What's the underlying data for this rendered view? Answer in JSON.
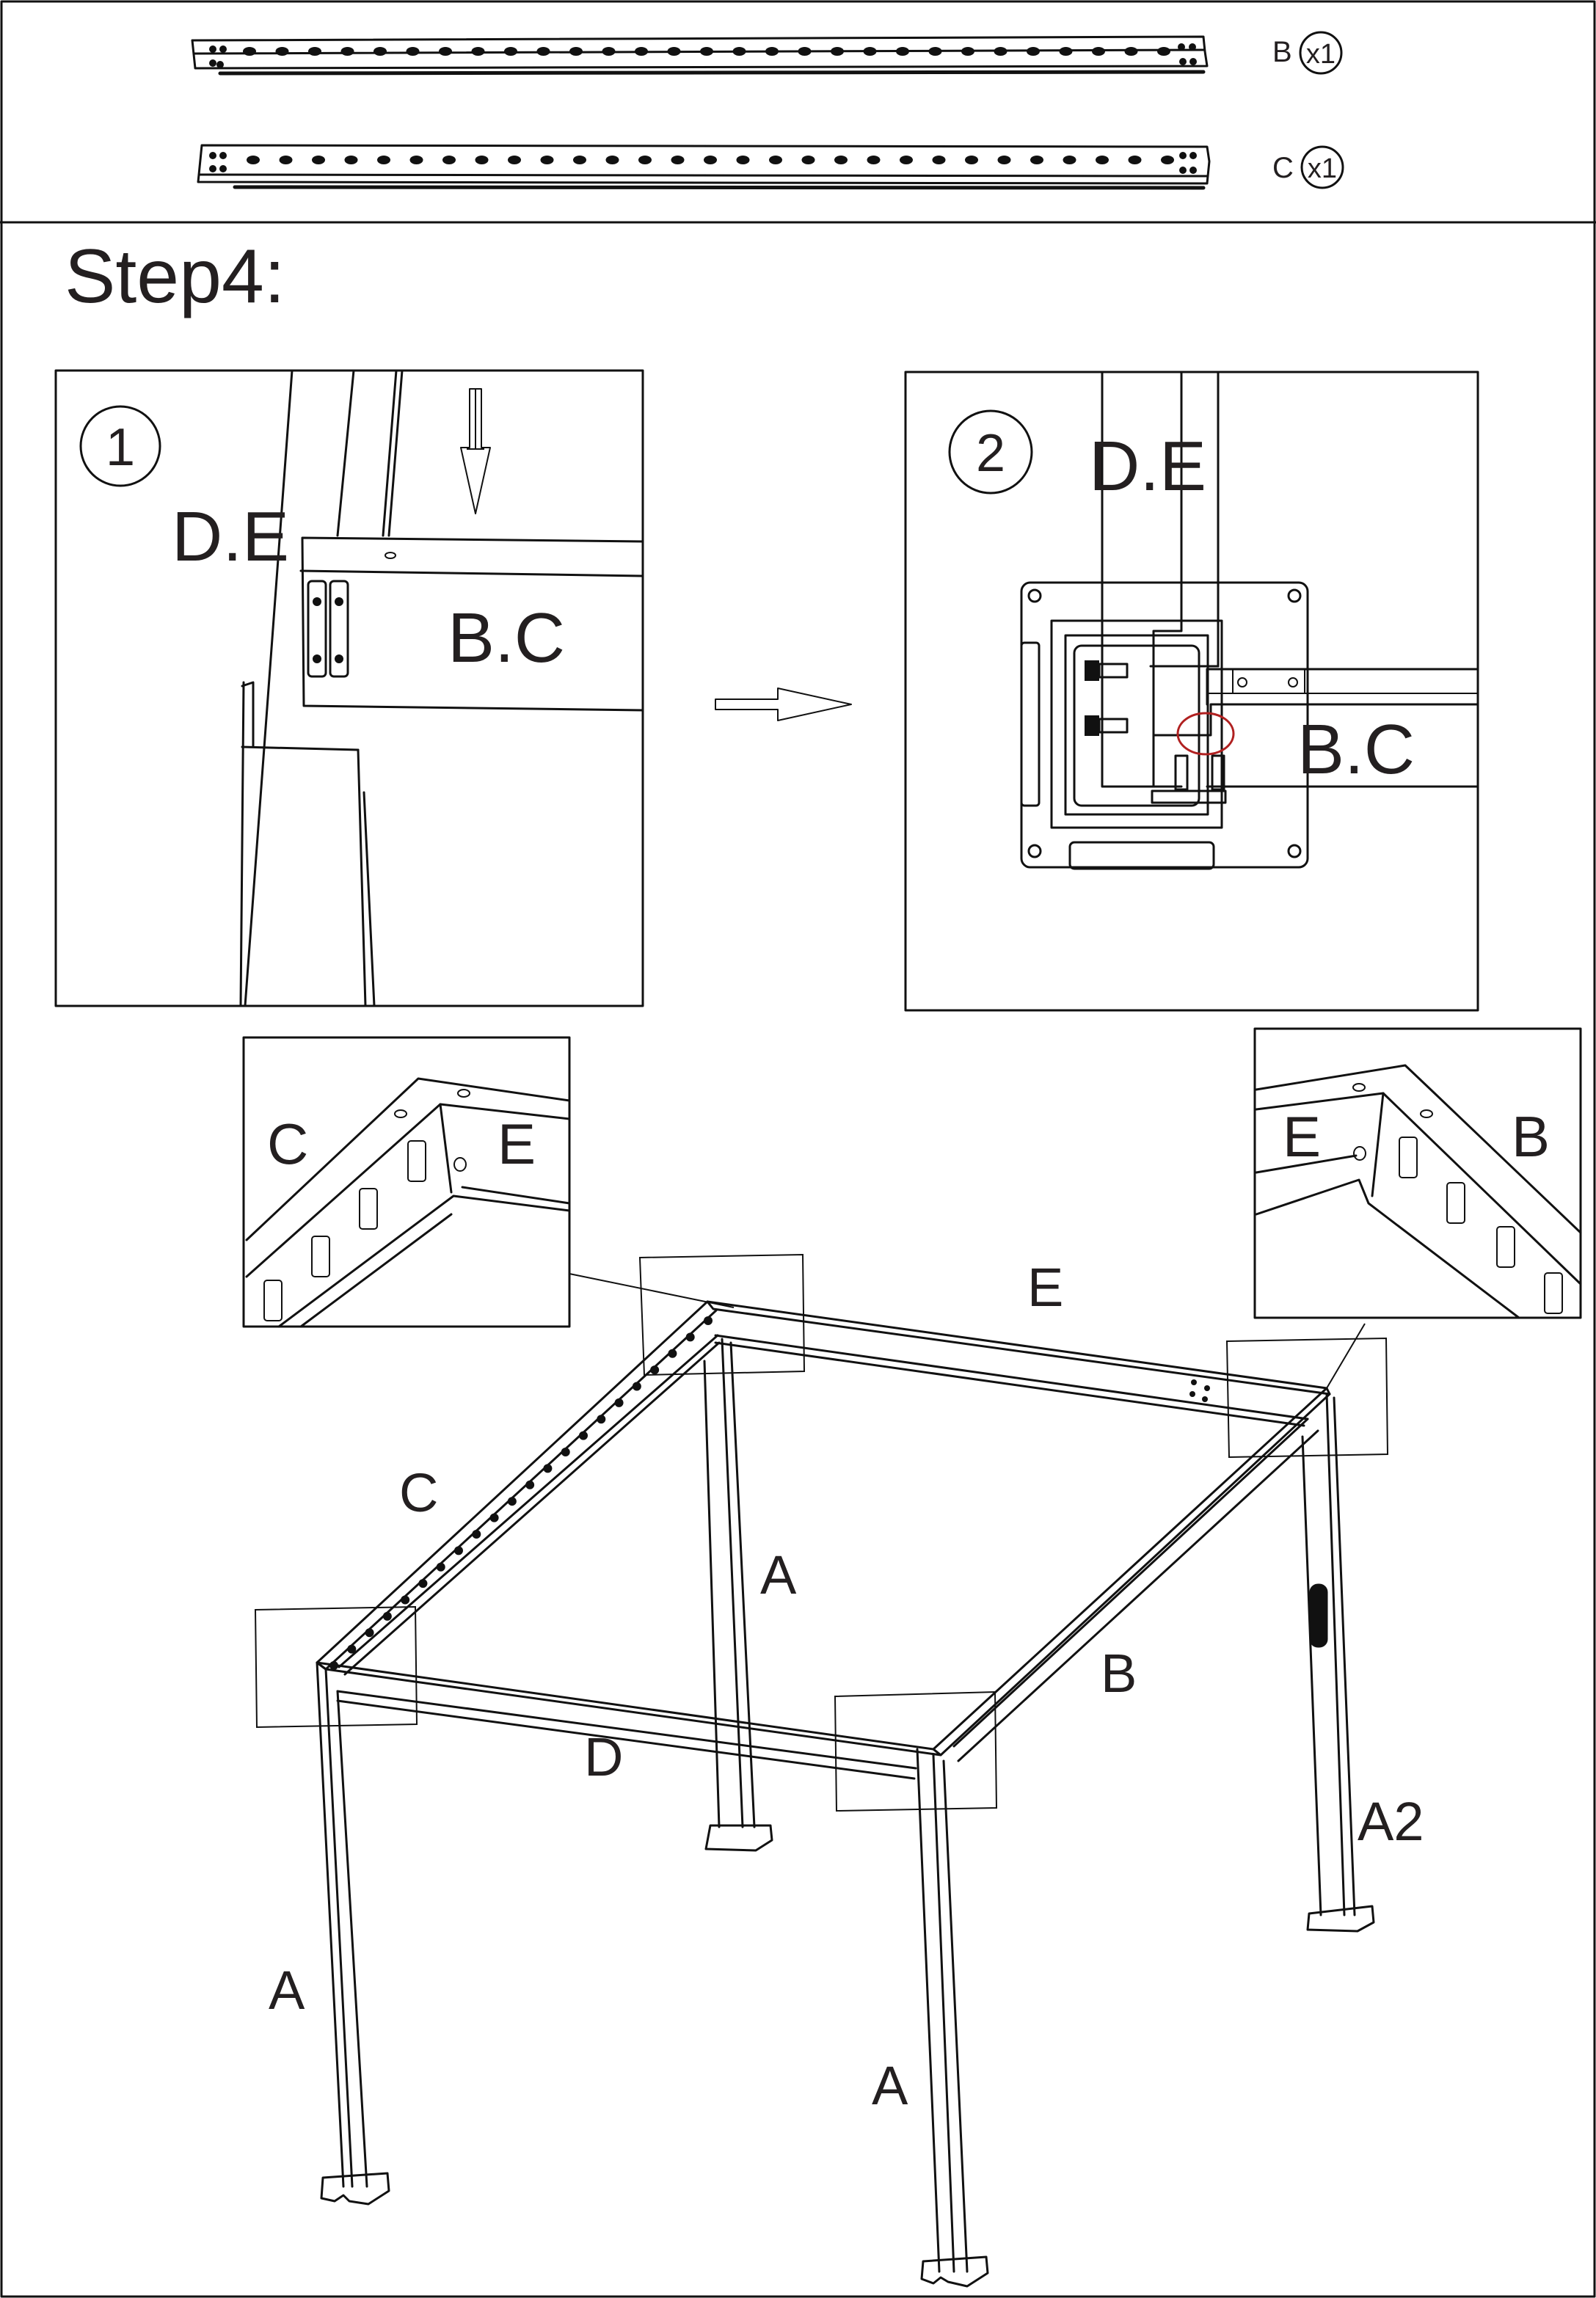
{
  "parts_header": {
    "parts": [
      {
        "id": "B",
        "qty": "x1"
      },
      {
        "id": "C",
        "qty": "x1"
      }
    ]
  },
  "step": {
    "title": "Step4:"
  },
  "panel1": {
    "number": "1",
    "label_post": "D.E",
    "label_beam": "B.C"
  },
  "panel2": {
    "number": "2",
    "label_post": "D.E",
    "label_beam": "B.C"
  },
  "detail_left": {
    "label_left": "C",
    "label_right": "E"
  },
  "detail_right": {
    "label_left": "E",
    "label_right": "B"
  },
  "frame_labels": {
    "E": "E",
    "C": "C",
    "A_back": "A",
    "B": "B",
    "D": "D",
    "A2": "A2",
    "A_front_left": "A",
    "A_front_right": "A"
  },
  "annotation_colors": {
    "rotate_arrow": "#b02020",
    "line": "#111111"
  }
}
